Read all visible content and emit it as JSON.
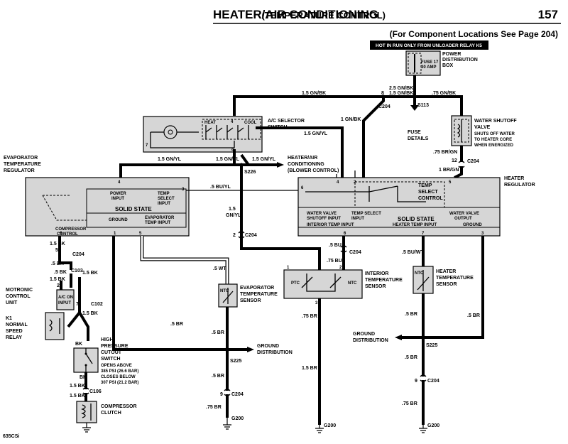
{
  "page": {
    "title": "HEATER/AIR CONDITIONING",
    "subtitle": "(TEMPERATURE CONTROL)",
    "page_number": "157",
    "component_note": "(For Component Locations See Page 204)",
    "banner": "HOT IN RUN ONLY FROM UNLOADER RELAY K5",
    "model": "635CSi"
  },
  "power_box": {
    "label_lines": [
      "POWER",
      "DISTRIBUTION",
      "BOX"
    ],
    "fuse": "FUSE 17",
    "amp": "30 AMP"
  },
  "wires": {
    "w1": "2.5 GN/BK",
    "w2": "1.5 GN/BK",
    "w3": "1.5 GN/BK",
    "w4": ".75 GN/BK",
    "w5": "1 GN/BK",
    "w6": "1.5 GN/YL",
    "w7": "1.5 GN/YL",
    "w8": "1.5 GN/YL",
    "w9": "1.5 GN/YL",
    "w10": ".5 BU/YL",
    "w11": "1.5",
    "w12": "GN/YL",
    "w13": ".75 BR/GN",
    "w14": "1 BR/GN",
    "w15": "1.5 BK",
    "w16": ".5 BK",
    "w17": "1.5 BK",
    "w18": ".5 BK",
    "w19": "1.5 BK",
    "w20": "1.5 BK",
    "w21": "BK",
    "w22": "BK",
    "w23": "1.5 BK",
    "w24": "1.5 BK",
    "w25": ".5 WT",
    "w26": ".5 BR",
    "w27": ".5 BR",
    "w28": ".5 BR",
    "w29": ".75 BR",
    "w30": ".5 BU",
    "w31": ".75 BU",
    "w32": ".75 BR",
    "w33": "1.5 BR",
    "w34": ".5 BU/WT",
    "w35": ".5 BR",
    "w36": ".5 BR",
    "w37": ".5 BR",
    "w38": ".75 BR",
    "w39": ".5 BR"
  },
  "connectors": {
    "c204a": "C204",
    "s113": "S113",
    "c204b": "C204",
    "c204c": "C204",
    "s226": "S226",
    "c204d": "C204",
    "c204e": "C204",
    "c204f": "C204",
    "c204g": "C204",
    "c103": "C103",
    "c102": "C102",
    "c106": "C106",
    "s225a": "S225",
    "s225b": "S225",
    "c204h": "C204",
    "c204i": "C204",
    "g200a": "G200",
    "g200b": "G200",
    "g200c": "G200"
  },
  "pins": {
    "p8a": "8",
    "p4a": "4",
    "p8b": "8",
    "p7a": "7",
    "p12": "12",
    "p4b": "4",
    "p3a": "3",
    "p4c": "4",
    "p2a": "2",
    "p6a": "6",
    "p1a": "1",
    "p5a": "5",
    "p6b": "6",
    "p2b": "2",
    "p6c": "6",
    "p7b": "7",
    "p3b": "3",
    "p5b": "5",
    "p28": "28",
    "p7c": "7",
    "p1b": "1",
    "p2c": "2",
    "p9a": "9",
    "p9b": "9",
    "p3c": "3"
  },
  "components": {
    "ac_selector": {
      "label_lines": [
        "A/C SELECTOR",
        "SWITCH"
      ],
      "heat": "HEAT",
      "cool": "COOL"
    },
    "water_valve": {
      "label_lines": [
        "WATER SHUTOFF",
        "VALVE"
      ],
      "note_lines": [
        "SHUTS OFF WATER",
        "TO HEATER CORE",
        "WHEN ENERGIZED"
      ]
    },
    "fuse_details": {
      "label_lines": [
        "FUSE",
        "DETAILS"
      ]
    },
    "blower": {
      "label_lines": [
        "HEATER/AIR",
        "CONDITIONING",
        "(BLOWER CONTROL)"
      ]
    },
    "evap_reg": {
      "label_lines": [
        "EVAPORATOR",
        "TEMPERATURE",
        "REGULATOR"
      ],
      "power_input": "POWER",
      "power_input2": "INPUT",
      "temp_select": "TEMP",
      "temp_select2": "SELECT",
      "temp_select3": "INPUT",
      "solid_state": "SOLID STATE",
      "ground": "GROUND",
      "evap_temp": "EVAPORATOR",
      "evap_temp2": "TEMP INPUT",
      "compressor": "COMPRESSOR",
      "compressor2": "CONTROL"
    },
    "heater_reg": {
      "label_lines": [
        "HEATER",
        "REGULATOR"
      ],
      "temp": "TEMP",
      "select": "SELECT",
      "control": "CONTROL",
      "wv": "WATER VALVE",
      "wv2": "SHUTOFF INPUT",
      "tsi": "TEMP SELECT",
      "tsi2": "INPUT",
      "solid_state": "SOLID STATE",
      "wv_out": "WATER VALVE",
      "wv_out2": "OUTPUT",
      "iti": "INTERIOR TEMP INPUT",
      "hti": "HEATER TEMP INPUT",
      "ground": "GROUND"
    },
    "motronic": {
      "label_lines": [
        "MOTRONIC",
        "CONTROL",
        "UNIT"
      ],
      "ac_input": "A/C ON",
      "ac_input2": "INPUT"
    },
    "relay_k1": {
      "label_lines": [
        "K1",
        "NORMAL",
        "SPEED",
        "RELAY"
      ]
    },
    "hp_switch": {
      "label_lines": [
        "HIGH",
        "PRESSURE",
        "CUTOUT",
        "SWITCH"
      ],
      "note_lines": [
        "OPENS ABOVE",
        "385 PSI (26.6 BAR)",
        "CLOSES BELOW",
        "307 PSI (21.2 BAR)"
      ]
    },
    "clutch": {
      "label_lines": [
        "COMPRESSOR",
        "CLUTCH"
      ]
    },
    "evap_sensor": {
      "label_lines": [
        "EVAPORATOR",
        "TEMPERATURE",
        "SENSOR"
      ],
      "ntc": "NTC"
    },
    "interior_sensor": {
      "label_lines": [
        "INTERIOR",
        "TEMPERATURE",
        "SENSOR"
      ],
      "ptc": "PTC",
      "ntc": "NTC"
    },
    "heater_sensor": {
      "label_lines": [
        "HEATER",
        "TEMPERATURE",
        "SENSOR"
      ],
      "ntc": "NTC"
    },
    "ground_dist_a": {
      "label_lines": [
        "GROUND",
        "DISTRIBUTION"
      ]
    },
    "ground_dist_b": {
      "label_lines": [
        "GROUND",
        "DISTRIBUTION"
      ]
    }
  },
  "colors": {
    "ink": "#000000",
    "component_fill": "#d6d6d6",
    "paper": "#ffffff"
  }
}
